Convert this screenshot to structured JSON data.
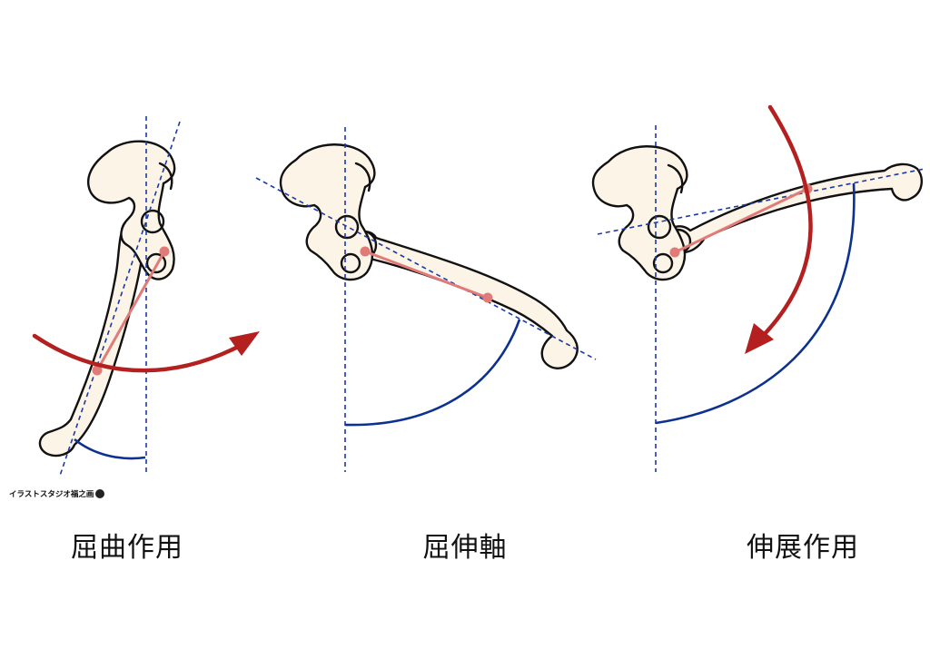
{
  "panels": [
    {
      "id": "flexion",
      "caption": "屈曲作用"
    },
    {
      "id": "axis",
      "caption": "屈伸軸"
    },
    {
      "id": "extension",
      "caption": "伸展作用"
    }
  ],
  "credit": "イラストスタジオ福之画",
  "colors": {
    "bone_fill": "#fdf4e8",
    "reference_line": "#1a3aa6",
    "angle_arc": "#0d3191",
    "lever": "#e07b78",
    "motion_arrow": "#b3201f"
  },
  "icons": [
    "pelvis-icon",
    "femur-icon",
    "motion-arrow-icon",
    "logo-icon"
  ]
}
